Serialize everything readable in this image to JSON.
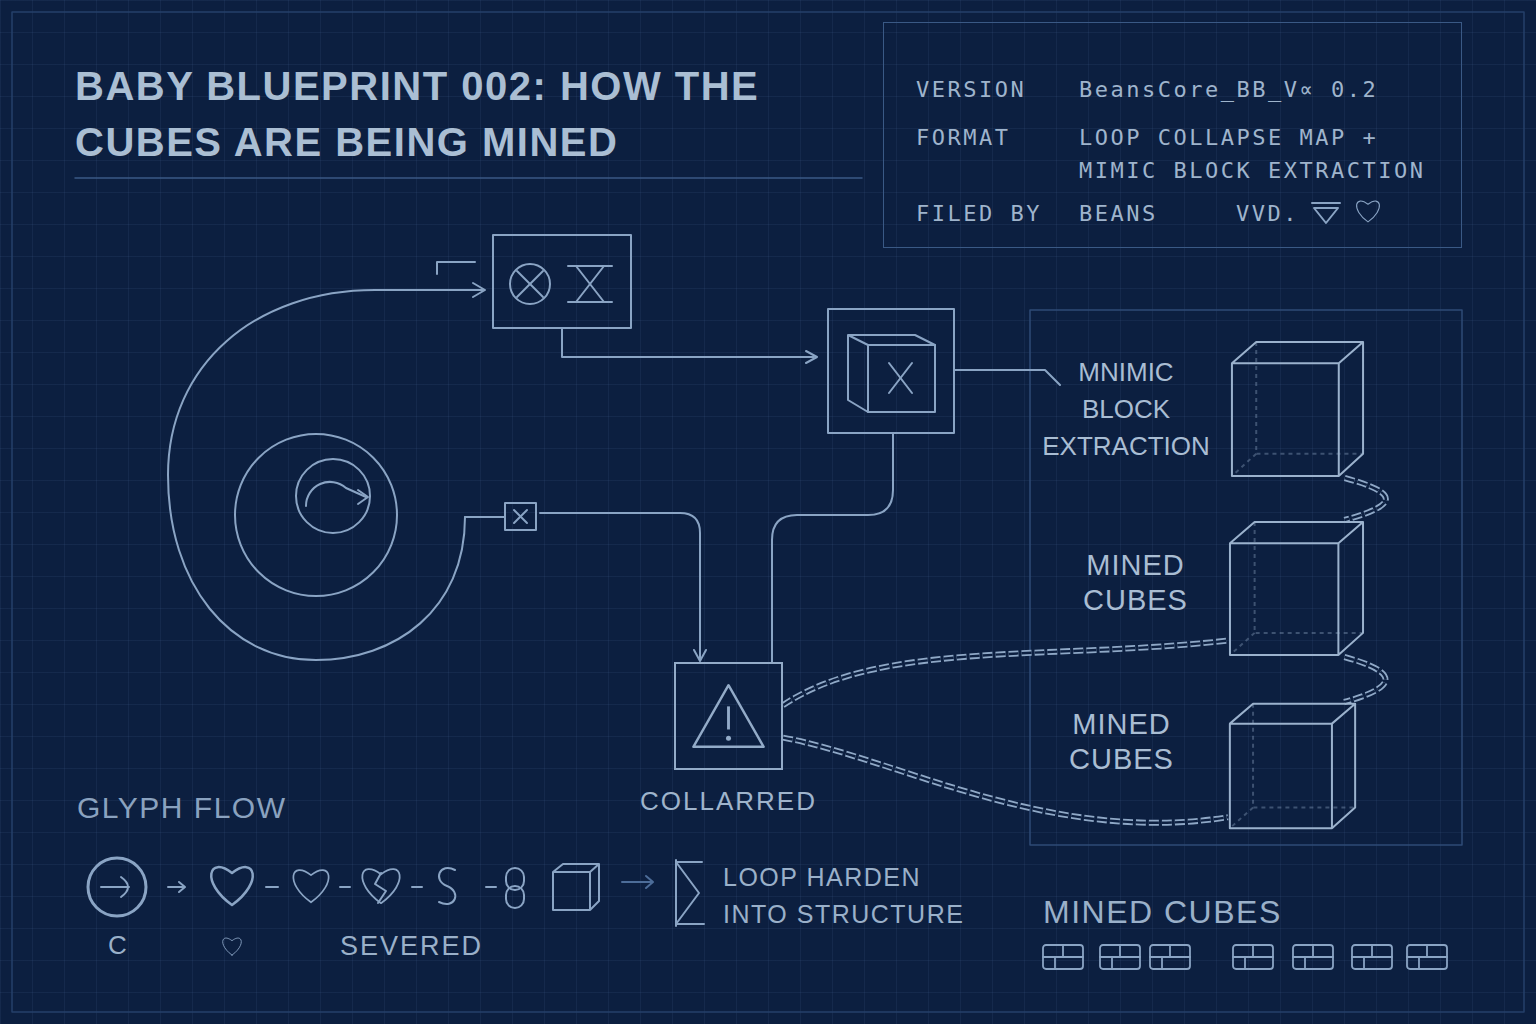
{
  "diagram": {
    "title": "BABY BLUEPRINT 002: HOW THE CUBES ARE BEING MINED",
    "nodes": [
      {
        "text": [
          "VERSION",
          "BeansCore_BB_V∝ 0.2",
          "FORMAT",
          "LOOP COLLAPSE MAP + MIMIC BLOCK EXTRACTION",
          "FILED BY",
          "BEANS",
          "VVD."
        ]
      },
      {
        "text": [
          "COLLARRED"
        ]
      },
      {
        "text": [
          "MNIMIC BLOCK EXTRACTION"
        ]
      },
      {
        "text": [
          "MINED CUBES"
        ]
      },
      {
        "text": [
          "MINED CUBES"
        ]
      }
    ],
    "edges": [
      {
        "from": 1,
        "to": 3,
        "arrow": "none"
      },
      {
        "from": 1,
        "to": 4,
        "arrow": "none"
      },
      {
        "from": 2,
        "to": 3,
        "arrow": "none"
      },
      {
        "from": 3,
        "to": 4,
        "arrow": "none"
      }
    ],
    "labels": [
      "GLYPH FLOW",
      "C",
      "SEVERED",
      "LOOP HARDEN INTO STRUCTURE",
      "MINED CUBES"
    ]
  }
}
